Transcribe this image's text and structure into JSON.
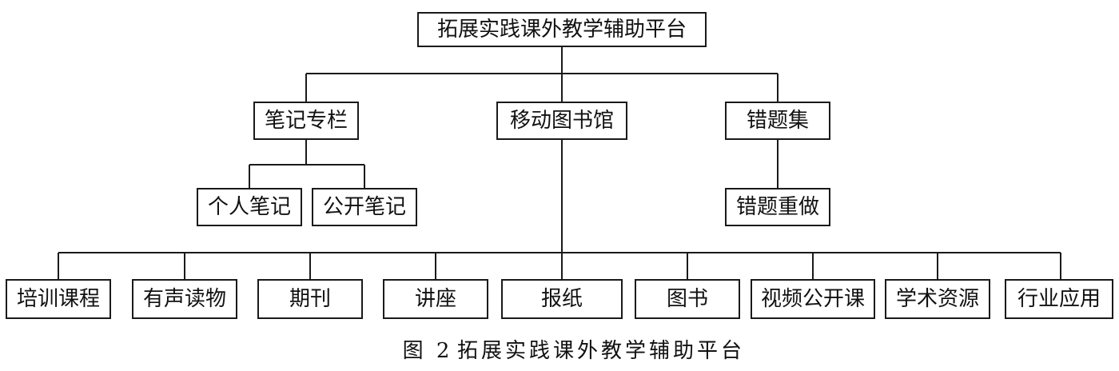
{
  "diagram": {
    "root": "拓展实践课外教学辅助平台",
    "level1": {
      "notes": "笔记专栏",
      "library": "移动图书馆",
      "mistakes": "错题集"
    },
    "notes_children": [
      "个人笔记",
      "公开笔记"
    ],
    "mistakes_children": [
      "错题重做"
    ],
    "library_children": [
      "培训课程",
      "有声读物",
      "期刊",
      "讲座",
      "报纸",
      "图书",
      "视频公开课",
      "学术资源",
      "行业应用"
    ]
  },
  "caption": {
    "number": "图 2",
    "title": "拓展实践课外教学辅助平台"
  }
}
